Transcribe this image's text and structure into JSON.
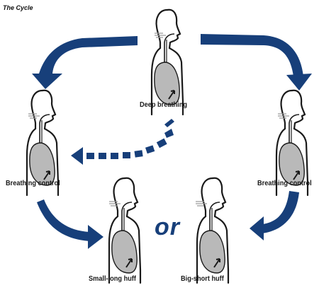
{
  "title": "The Cycle",
  "or_text": "or",
  "labels": {
    "deep_breathing": "Deep breathing",
    "breathing_control_left": "Breathing control",
    "breathing_control_right": "Breathing control",
    "small_long_huff": "Small-long huff",
    "big_short_huff": "Big-short huff"
  },
  "colors": {
    "arrow": "#173f7a",
    "lung": "#b9b9b9",
    "outline": "#1a1a1a"
  }
}
